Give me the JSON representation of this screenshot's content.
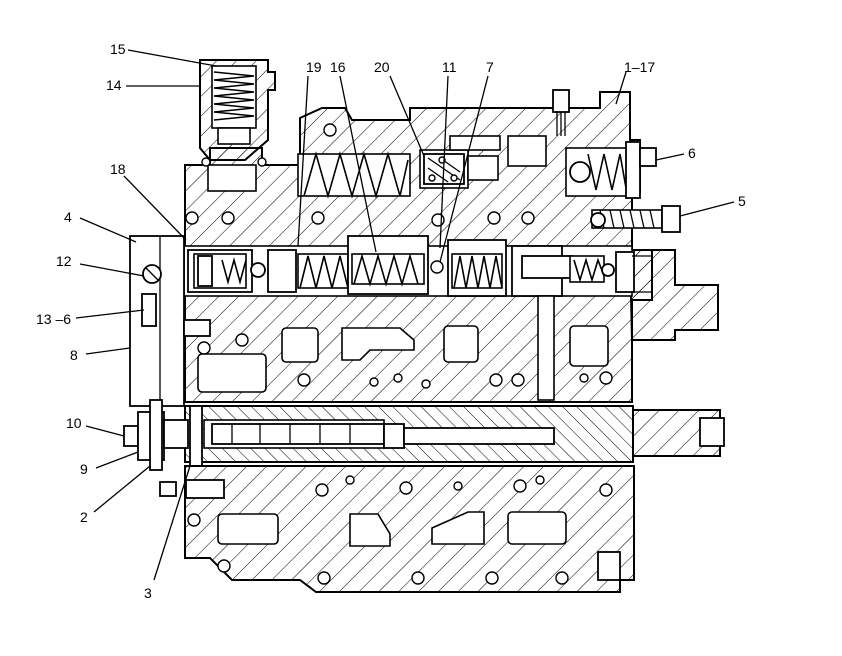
{
  "callouts": {
    "c15": "15",
    "c14": "14",
    "c19": "19",
    "c16": "16",
    "c20": "20",
    "c11": "11",
    "c7": "7",
    "c1_17": "1–17",
    "c6": "6",
    "c5": "5",
    "c18": "18",
    "c4": "4",
    "c12": "12",
    "c13_6": "13 –6",
    "c8": "8",
    "c10": "10",
    "c9": "9",
    "c2": "2",
    "c3": "3"
  }
}
